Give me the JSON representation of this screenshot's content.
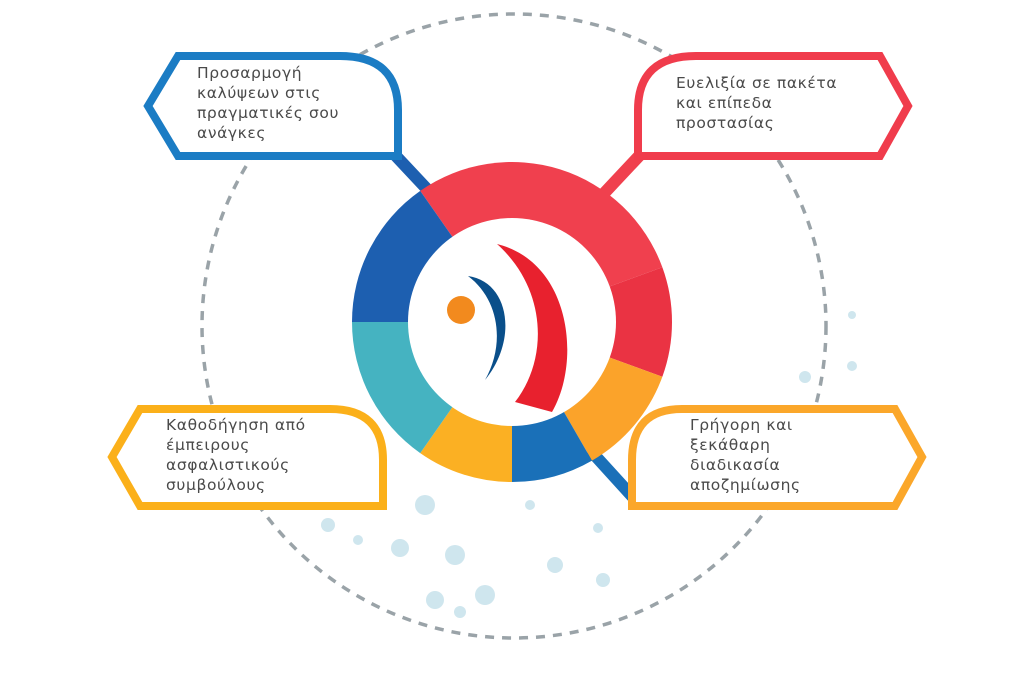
{
  "features": [
    {
      "id": "tl",
      "text": "Προσαρμογή καλύψεων στις πραγματικές σου ανάγκες",
      "lines": [
        "Προσαρμογή",
        "καλύψεων στις",
        "πραγματικές σου",
        "ανάγκες"
      ],
      "color": "#1b7cc4"
    },
    {
      "id": "tr",
      "text": "Ευελιξία σε πακέτα και επίπεδα προστασίας",
      "lines": [
        "Ευελιξία σε πακέτα",
        "και επίπεδα",
        "προστασίας"
      ],
      "color": "#f03c4c"
    },
    {
      "id": "bl",
      "text": "Καθοδήγηση από έμπειρους ασφαλιστικούς συμβούλους",
      "lines": [
        "Καθοδήγηση από",
        "έμπειρους",
        "ασφαλιστικούς",
        "συμβούλους"
      ],
      "color": "#fbb01a"
    },
    {
      "id": "br",
      "text": "Γρήγορη και ξεκάθαρη διαδικασία αποζημίωσης",
      "lines": [
        "Γρήγορη και",
        "ξεκάθαρη",
        "διαδικασία",
        "αποζημίωσης"
      ],
      "color": "#fba72a"
    }
  ],
  "ring_colors": {
    "red": "#f0404e",
    "blue": "#1d5fb0",
    "teal": "#45b3c1",
    "yellow": "#fbb023",
    "orange": "#fba32a",
    "blue2": "#1a70b8"
  }
}
